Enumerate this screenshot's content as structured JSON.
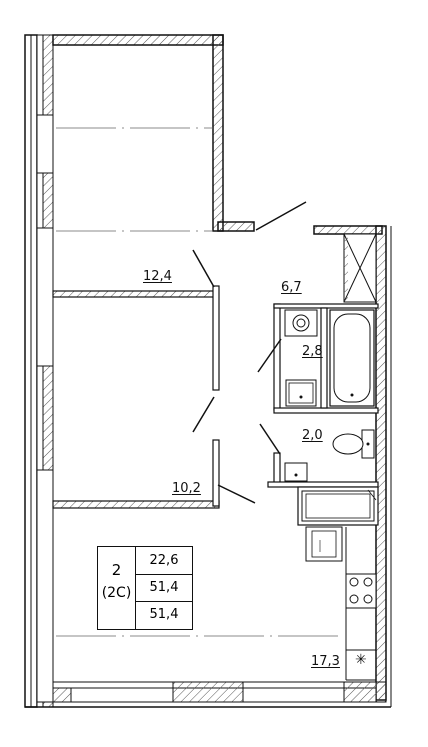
{
  "rooms": [
    {
      "id": "bedroom-1",
      "area": "12,4"
    },
    {
      "id": "bedroom-2",
      "area": "10,2"
    },
    {
      "id": "hallway",
      "area": "6,7"
    },
    {
      "id": "bathroom",
      "area": "2,8"
    },
    {
      "id": "toilet",
      "area": "2,0"
    },
    {
      "id": "kitchen-living",
      "area": "17,3"
    }
  ],
  "summary": {
    "room_count": "2",
    "series": "(2С)",
    "living_area": "22,6",
    "total_area": "51,4",
    "total_area_with_balcony": "51,4"
  },
  "symbols": {
    "ventilation": "✳"
  },
  "colors": {
    "wall": "#111111",
    "hatch": "#555555",
    "background": "#ffffff"
  }
}
